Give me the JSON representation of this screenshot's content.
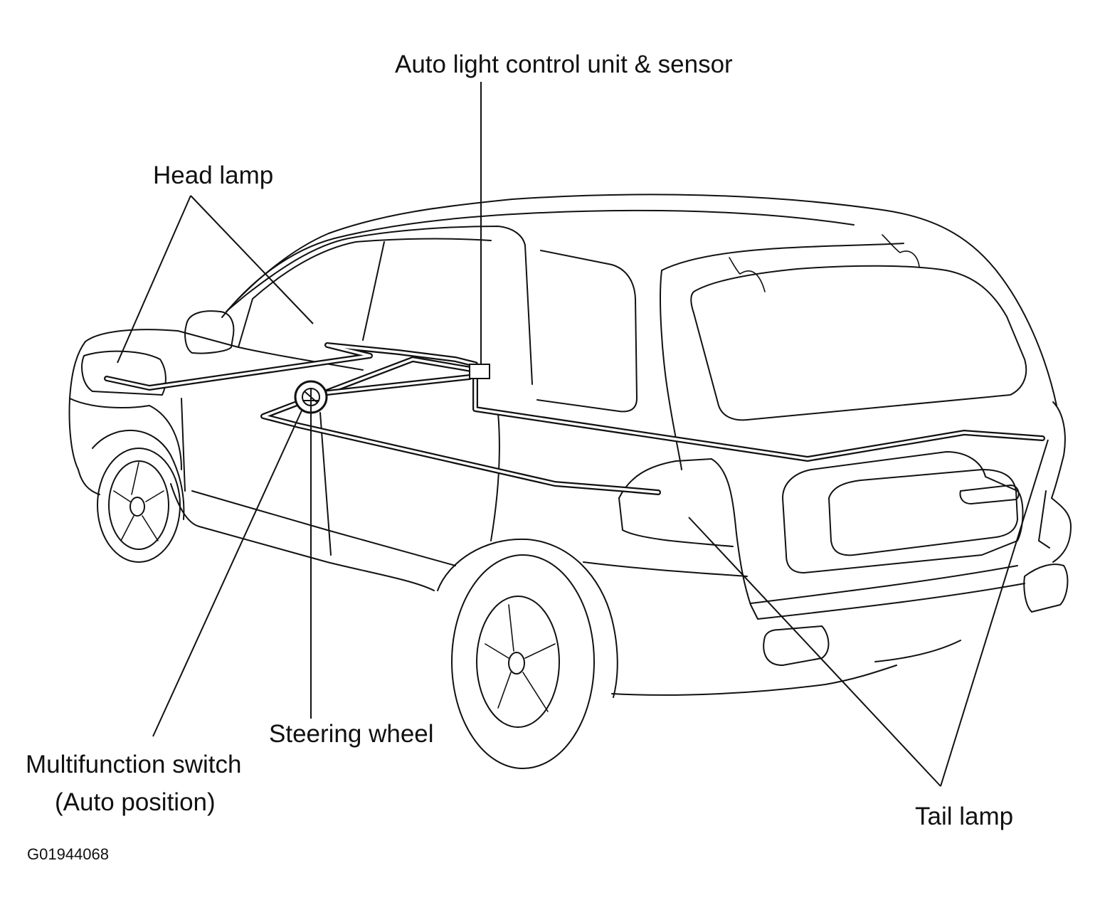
{
  "labels": {
    "auto_light_unit": "Auto light control unit & sensor",
    "head_lamp": "Head lamp",
    "steering_wheel": "Steering wheel",
    "multifunction_switch_line1": "Multifunction switch",
    "multifunction_switch_line2": "(Auto position)",
    "tail_lamp": "Tail lamp"
  },
  "figure_code": "G01944068",
  "colors": {
    "line": "#111111",
    "background": "#ffffff"
  }
}
